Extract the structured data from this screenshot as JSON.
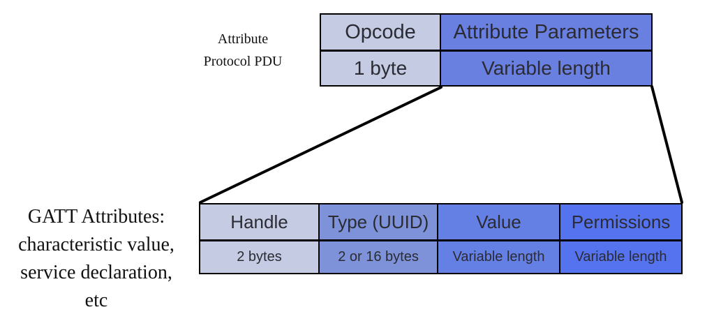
{
  "labels": {
    "pdu": {
      "lines": [
        "Attribute",
        "Protocol PDU"
      ]
    },
    "gatt": {
      "lines": [
        "GATT Attributes:",
        "characteristic value,",
        "service declaration,",
        "etc"
      ]
    }
  },
  "pdu_table": {
    "columns": [
      {
        "name": "Opcode",
        "size": "1 byte",
        "color": "#c4cbe3"
      },
      {
        "name": "Attribute Parameters",
        "size": "Variable length",
        "color": "#6a80e1"
      }
    ]
  },
  "gatt_table": {
    "columns": [
      {
        "name": "Handle",
        "size": "2 bytes",
        "color": "#c4cbe3"
      },
      {
        "name": "Type (UUID)",
        "size": "2 or 16 bytes",
        "color": "#7d92d8"
      },
      {
        "name": "Value",
        "size": "Variable length",
        "color": "#6580e5"
      },
      {
        "name": "Permissions",
        "size": "Variable length",
        "color": "#5573ee"
      }
    ]
  },
  "colors": {
    "background": "#ffffff",
    "border": "#000000",
    "connector_line": "#000000",
    "table_text": "#2b2b33",
    "label_text": "#111111"
  }
}
